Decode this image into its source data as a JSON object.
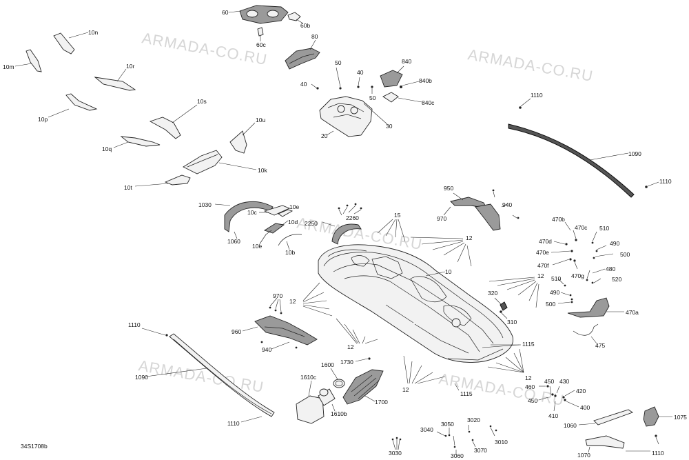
{
  "watermark": "ARMADA-CO.RU",
  "drawing_number": "34S1708b",
  "labels": {
    "l60": "60",
    "l60b": "60b",
    "l60c": "60c",
    "l80": "80",
    "l10n": "10n",
    "l10m": "10m",
    "l10r": "10r",
    "l10p": "10p",
    "l10s": "10s",
    "l10u": "10u",
    "l10q": "10q",
    "l10k": "10k",
    "l10t": "10t",
    "l50a": "50",
    "l40a": "40",
    "l40b": "40",
    "l50b": "50",
    "l30": "30",
    "l20": "20",
    "l840": "840",
    "l840b": "840b",
    "l840c": "840c",
    "l1110a": "1110",
    "l1090a": "1090",
    "l1110b": "1110",
    "l950": "950",
    "l940a": "940",
    "l970a": "970",
    "l1030": "1030",
    "l10c": "10c",
    "l10e_top": "10e",
    "l10d": "10d",
    "l1060a": "1060",
    "l10e": "10e",
    "l10b": "10b",
    "l2260": "2260",
    "l2250": "2250",
    "l15": "15",
    "l12a": "12",
    "l10": "10",
    "l470b": "470b",
    "l470c": "470c",
    "l470d": "470d",
    "l470e": "470e",
    "l470f": "470f",
    "l510a": "510",
    "l490a": "490",
    "l500a": "500",
    "l480": "480",
    "l470g": "470g",
    "l510b": "510",
    "l520": "520",
    "l490b": "490",
    "l500b": "500",
    "l470a": "470a",
    "l475": "475",
    "l12b": "12",
    "l320": "320",
    "l310": "310",
    "l970b": "970",
    "l12c": "12",
    "l1110c": "1110",
    "l960": "960",
    "l940b": "940",
    "l12d": "12",
    "l1090b": "1090",
    "l1730": "1730",
    "l1600": "1600",
    "l1610c": "1610c",
    "l1610b": "1610b",
    "l1700": "1700",
    "l12e": "12",
    "l1115a": "1115",
    "l12f": "12",
    "l1115b": "1115",
    "l460": "460",
    "l450a": "450",
    "l430": "430",
    "l450b": "450",
    "l420": "420",
    "l410": "410",
    "l400": "400",
    "l1110d": "1110",
    "l3040": "3040",
    "l3050": "3050",
    "l3020": "3020",
    "l3010": "3010",
    "l3030": "3030",
    "l3060": "3060",
    "l3070": "3070",
    "l1060b": "1060",
    "l1075": "1075",
    "l1070": "1070",
    "l1110e": "1110"
  }
}
